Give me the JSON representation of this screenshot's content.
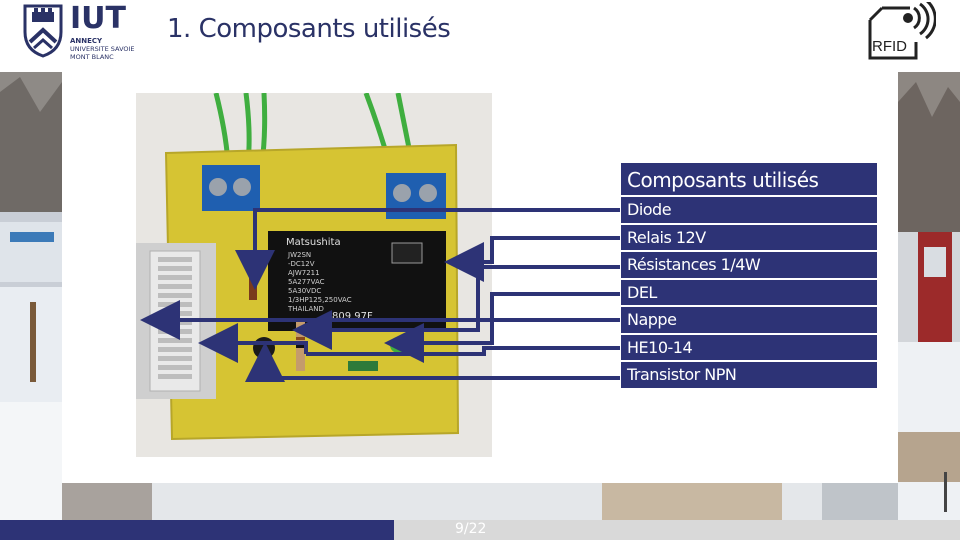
{
  "logo": {
    "name": "IUT",
    "line1": "ANNECY",
    "line2": "UNIVERSITE SAVOIE",
    "line3": "MONT BLANC"
  },
  "slide": {
    "title": "1. Composants utilisés",
    "page_number": "9/22"
  },
  "rfid_badge": {
    "label": "RFID",
    "icon": "rfid-card-icon"
  },
  "photo": {
    "relay_marking": "Matsushita",
    "relay_lines": [
      "JW2SN",
      "-DC12V",
      "AJW7211",
      "5A277VAC",
      "5A30VDC",
      "1/3HP125,250VAC",
      "THAILAND"
    ],
    "relay_code": "809 97F"
  },
  "legend": {
    "header": "Composants utilisés",
    "items": [
      "Diode",
      "Relais 12V",
      "Résistances 1/4W",
      "DEL",
      "Nappe",
      "HE10-14",
      "Transistor NPN"
    ]
  },
  "colors": {
    "brand_navy": "#2d3376",
    "title_navy": "#2a3266",
    "pcb": "#d6c433",
    "terminal_blue": "#1f5fb0",
    "wire_green": "#3fae3f"
  }
}
